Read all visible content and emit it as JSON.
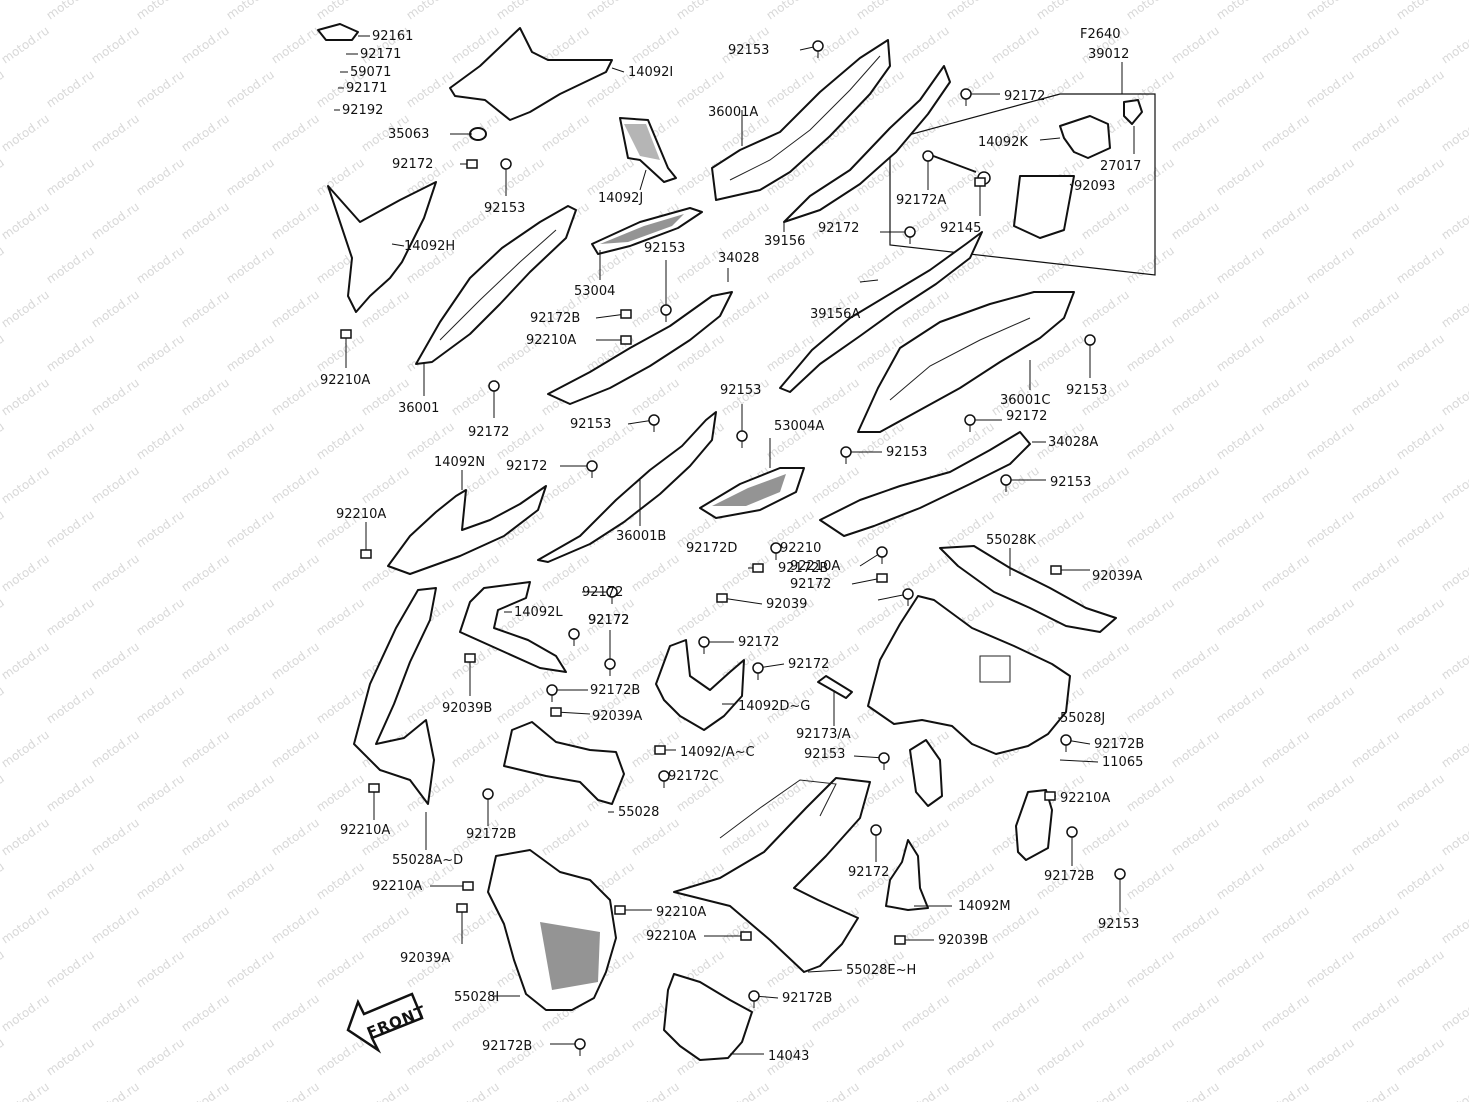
{
  "diagram": {
    "code": "F2640",
    "watermark": "motod.ru",
    "front_label": "FRONT",
    "labels": [
      "92161",
      "92171",
      "59071",
      "92171",
      "92192",
      "35063",
      "92172",
      "92153",
      "14092I",
      "14092J",
      "14092H",
      "36001",
      "92210A",
      "92172",
      "53004",
      "34028",
      "92153",
      "92172B",
      "92210A",
      "92153",
      "36001A",
      "92153",
      "39156",
      "92172",
      "39156A",
      "92172",
      "39012",
      "14092K",
      "27017",
      "92093",
      "92172A",
      "92145",
      "36001C",
      "92153",
      "92172",
      "34028A",
      "92153",
      "92153",
      "53004A",
      "92153",
      "14092N",
      "92172",
      "92210A",
      "36001B",
      "92172D",
      "92210",
      "92172B",
      "92210A",
      "92172",
      "55028K",
      "92039A",
      "92172",
      "92039",
      "14092L",
      "92172",
      "92172",
      "92039B",
      "92172B",
      "92039A",
      "92172",
      "92172",
      "14092D~G",
      "92173/A",
      "14092/A~C",
      "92172C",
      "92153",
      "55028J",
      "92172B",
      "11065",
      "92210A",
      "92172B",
      "92153",
      "55028",
      "92172B",
      "92210A",
      "55028A~D",
      "92172",
      "14092M",
      "92039B",
      "92210A",
      "92039A",
      "92210A",
      "92210A",
      "55028E~H",
      "55028I",
      "92172B",
      "92172B",
      "14043"
    ]
  }
}
